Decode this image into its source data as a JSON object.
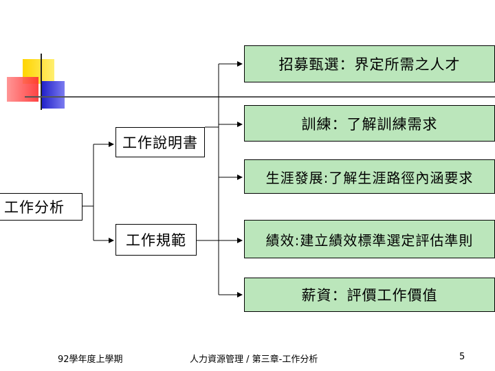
{
  "root": {
    "label": "工作分析"
  },
  "level2": [
    {
      "label": "工作說明書"
    },
    {
      "label": "工作規範"
    }
  ],
  "targets": [
    {
      "label": "招募甄選：界定所需之人才"
    },
    {
      "label": "訓練：了解訓練需求"
    },
    {
      "label": "生涯發展:了解生涯路徑內涵要求"
    },
    {
      "label": "績效:建立績效標準選定評估準則"
    },
    {
      "label": "薪資：評價工作價值"
    }
  ],
  "footer": {
    "left": "92學年度上學期",
    "center": "人力資源管理 / 第三章-工作分析",
    "page_number": "5"
  },
  "colors": {
    "target_fill": "#bbe6bb",
    "deco_yellow": "#ffd400",
    "deco_red": "#ff4b4b",
    "deco_blue": "#2828d0"
  }
}
